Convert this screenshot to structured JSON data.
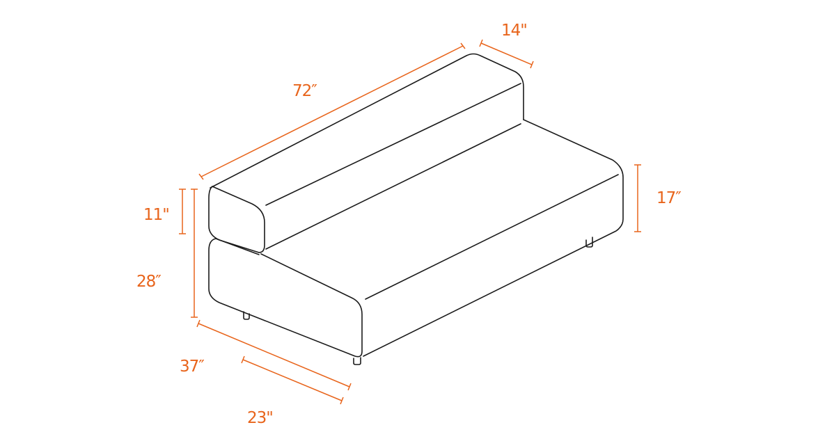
{
  "figure": {
    "subject": "sofa dimension diagram",
    "colors": {
      "outline": "#1a1a1a",
      "dimension": "#e8641b",
      "background": "#ffffff"
    },
    "dimensions": {
      "length": "72″",
      "backrest_depth": "14\"",
      "backrest_height": "11\"",
      "overall_height": "28″",
      "seat_height": "17″",
      "overall_depth": "37″",
      "seat_depth": "23\""
    }
  }
}
